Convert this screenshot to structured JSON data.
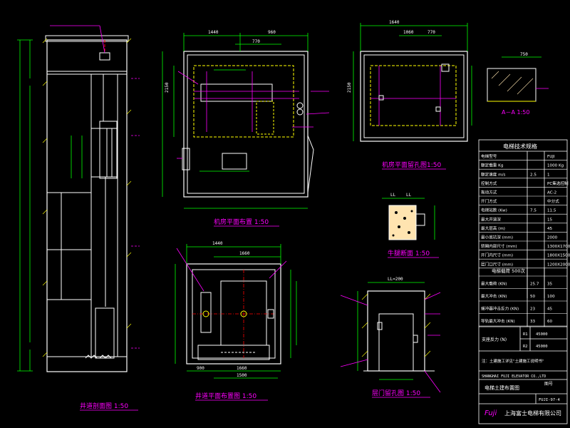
{
  "colors": {
    "background": "#000000",
    "outline": "#ffffff",
    "dimension": "#00ff00",
    "title": "#ff00ff",
    "accent": "#ffff00",
    "leader": "#ff00ff",
    "equipment": "#00ffff",
    "grid": "#ff0000",
    "fill": "#ffe4b0"
  },
  "views": {
    "shaft_section": {
      "title": "井道剖面图  1:50"
    },
    "machine_room_plan": {
      "title": "机房平面布置  1:50"
    },
    "machine_room_holes": {
      "title": "机房平面留孔图1:50"
    },
    "hoistway_plan": {
      "title": "井道平面布置图  1:50"
    },
    "pit_section": {
      "title": "牛腿断面  1:50"
    },
    "door_opening": {
      "title": "层门留孔图  1:50"
    },
    "detail_a": {
      "title": "A－A  1:50"
    }
  },
  "dimensions": {
    "mr_top": [
      "1440",
      "960"
    ],
    "mr_top2": [
      "770"
    ],
    "holes_top": [
      "1640",
      "1060",
      "770"
    ],
    "hw_top": [
      "1440",
      "1660"
    ],
    "hw_bottom": [
      "900",
      "1660",
      "1500"
    ],
    "door_top": "LL=200",
    "pit_top": [
      "LL",
      "LL"
    ],
    "detail_a": "750",
    "scale_labels": [
      "2150",
      "2150"
    ]
  },
  "spec_table": {
    "title": "电梯技术规格",
    "rows": [
      [
        "电梯型号",
        "",
        "FUJI"
      ],
      [
        "额定载重 Kg",
        "",
        "1000 Kg"
      ],
      [
        "额定速度 m/s",
        "2.5",
        "1"
      ],
      [
        "控制方式",
        "",
        "PC集选控制"
      ],
      [
        "拖动方式",
        "",
        "AC-2"
      ],
      [
        "开门方式",
        "",
        "中分式"
      ],
      [
        "电梯站数 (Kw)",
        "7.5",
        "11.5"
      ],
      [
        "最大井道深",
        "",
        "15"
      ],
      [
        "最大层高 (m)",
        "",
        "45"
      ],
      [
        "最小底坑深 (mm)",
        "",
        "2000"
      ],
      [
        "轿厢内部尺寸 (mm)",
        "",
        "1300X1700"
      ],
      [
        "开门内尺寸 (mm)",
        "",
        "1800X1500"
      ],
      [
        "层门口尺寸 (mm)",
        "",
        "1200X2000"
      ]
    ],
    "load_title": "电梯载荷  500次",
    "load_rows": [
      [
        "最大载荷 (KN)",
        "25.7",
        "35"
      ],
      [
        "最大冲击 (KN)",
        "50",
        "100"
      ],
      [
        "缓冲器冲击反力 (KN)",
        "23",
        "45"
      ],
      [
        "导轨最大冲击 (KN)",
        "33",
        "60"
      ]
    ],
    "reactions": [
      [
        "R1",
        "45000"
      ],
      [
        "R2",
        "45000"
      ]
    ],
    "reaction_label": "支座反力 (N)",
    "note": "注：土建施工详见\"土建施工说明书\"",
    "company_en": "SHANGHAI FUJI ELEVATOR CO.,LTD",
    "drawing_title": "电梯土建布置图",
    "drawing_no_label": "图号",
    "drawing_no": "FUJI-97-4",
    "logo": "Fuji",
    "company_cn": "上海富士电梯有限公司"
  }
}
